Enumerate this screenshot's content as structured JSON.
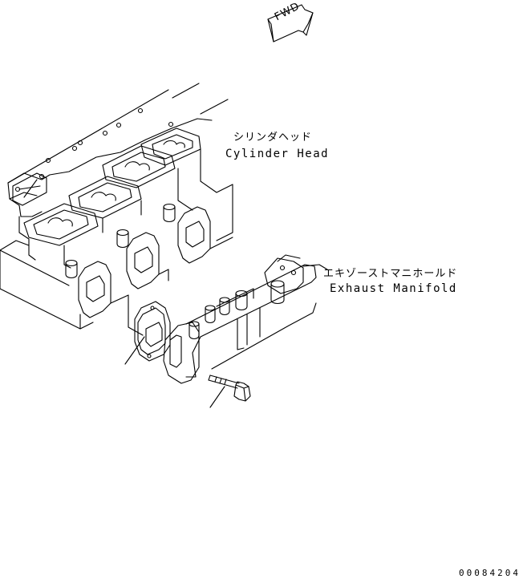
{
  "fwd_arrow": {
    "label": "FWD"
  },
  "labels": {
    "cylinder_head_jp": "シリンダヘッド",
    "cylinder_head_en": "Cylinder Head",
    "exhaust_manifold_jp": "エキゾーストマニホールド",
    "exhaust_manifold_en": "Exhaust Manifold"
  },
  "drawing_number": "00084204",
  "colors": {
    "line": "#000000",
    "background": "#ffffff"
  }
}
